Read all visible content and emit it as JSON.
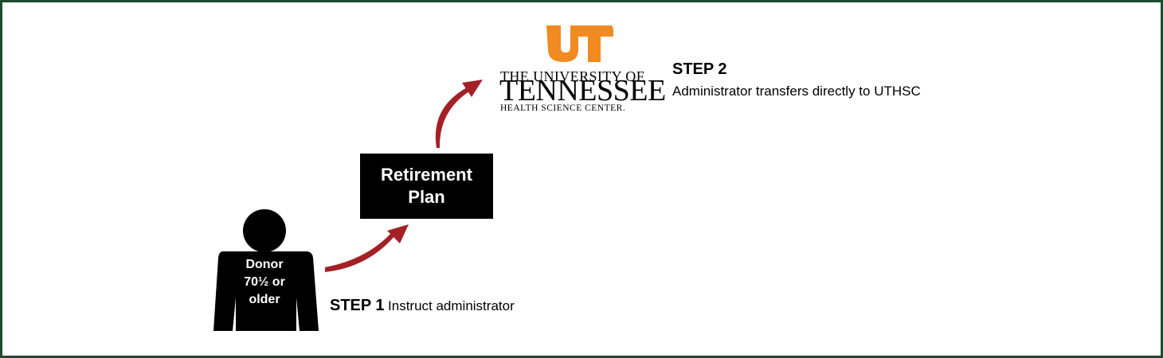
{
  "logo": {
    "mark_text": "UT",
    "line1": "THE UNIVERSITY OF",
    "line2": "TENNESSEE",
    "line3": "HEALTH SCIENCE CENTER.",
    "brand_color": "#F18A20"
  },
  "step2": {
    "title": "STEP 2",
    "description": "Administrator transfers directly to UTHSC"
  },
  "retirement_plan": {
    "line1": "Retirement",
    "line2": "Plan"
  },
  "donor": {
    "line1": "Donor",
    "line2": "70½ or",
    "line3": "older"
  },
  "step1": {
    "title": "STEP 1",
    "description": "Instruct administrator"
  },
  "colors": {
    "frame": "#1E4A2E",
    "arrow": "#A32126",
    "box": "#000000"
  }
}
